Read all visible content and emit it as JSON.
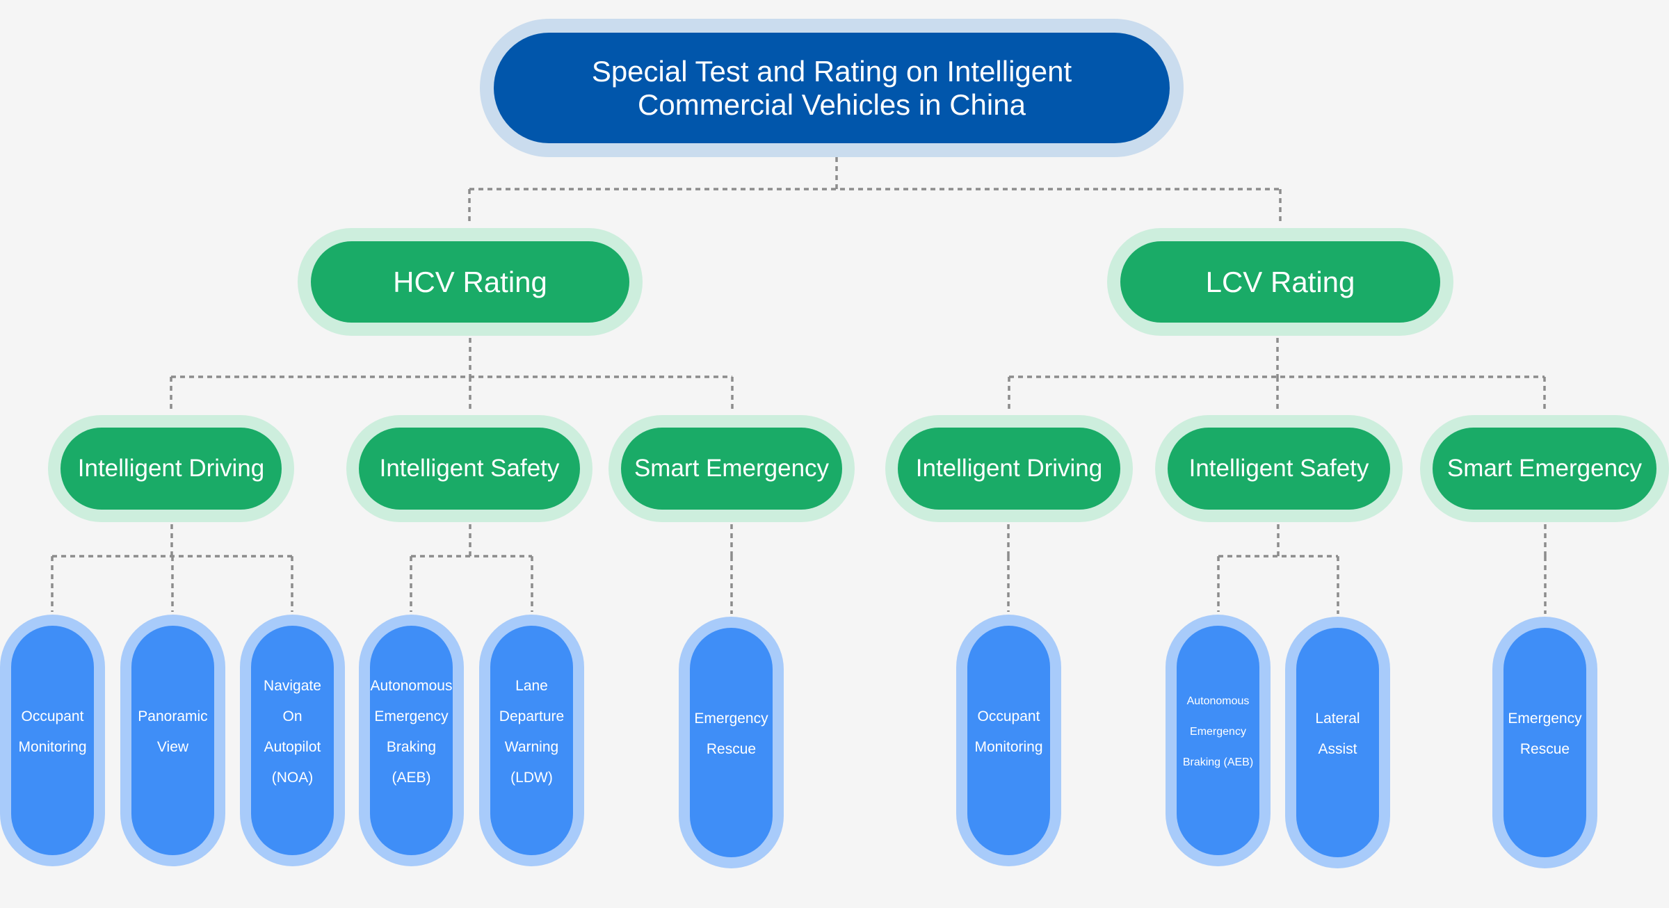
{
  "title": "Special Test and Rating on Intelligent Commercial Vehicles in China",
  "colors": {
    "background": "#f5f5f5",
    "root_fill": "#0156ab",
    "root_halo": "#cadcee",
    "green_fill": "#1aab67",
    "green_halo": "#cdeedd",
    "leaf_fill": "#3f8ef7",
    "leaf_halo": "#a8cbfa",
    "connector": "#8c8c8c"
  },
  "tree": {
    "root": {
      "label": "Special Test and Rating on Intelligent Commercial Vehicles in China"
    },
    "ratings": [
      {
        "label": "HCV Rating",
        "categories": [
          {
            "label": "Intelligent Driving",
            "items": [
              {
                "label": "Occupant Monitoring"
              },
              {
                "label": "Panoramic View"
              },
              {
                "label": "Navigate On Autopilot (NOA)"
              }
            ]
          },
          {
            "label": "Intelligent Safety",
            "items": [
              {
                "label": "Autonomous Emergency Braking (AEB)"
              },
              {
                "label": "Lane Departure Warning (LDW)"
              }
            ]
          },
          {
            "label": "Smart Emergency",
            "items": [
              {
                "label": "Emergency Rescue"
              }
            ]
          }
        ]
      },
      {
        "label": "LCV Rating",
        "categories": [
          {
            "label": "Intelligent Driving",
            "items": [
              {
                "label": "Occupant Monitoring"
              }
            ]
          },
          {
            "label": "Intelligent Safety",
            "items": [
              {
                "label": "Autonomous Emergency Braking (AEB)"
              },
              {
                "label": "Lateral Assist"
              }
            ]
          },
          {
            "label": "Smart Emergency",
            "items": [
              {
                "label": "Emergency Rescue"
              }
            ]
          }
        ]
      }
    ]
  }
}
